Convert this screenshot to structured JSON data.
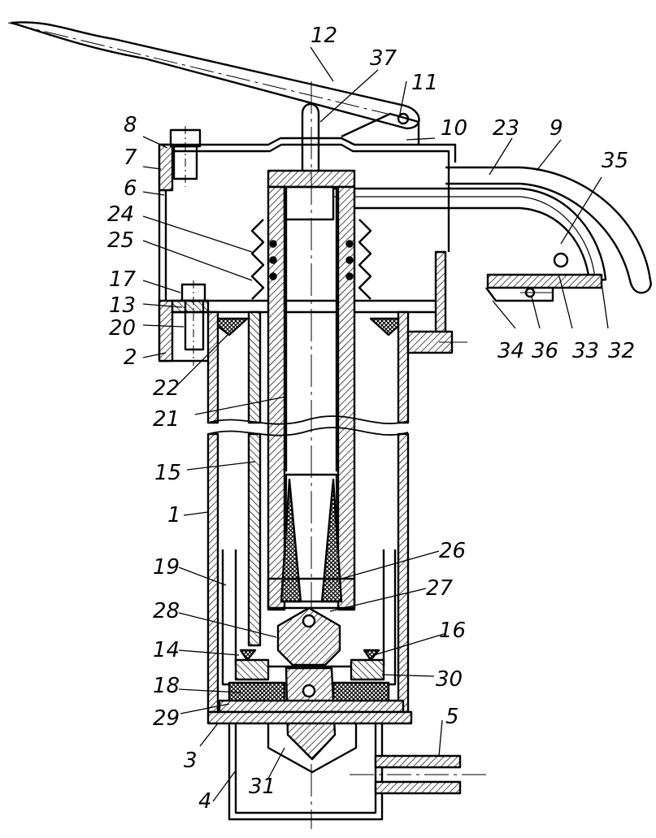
{
  "diagram": {
    "part_numbers": [
      "1",
      "2",
      "3",
      "4",
      "5",
      "6",
      "7",
      "8",
      "9",
      "10",
      "11",
      "12",
      "13",
      "14",
      "15",
      "16",
      "17",
      "18",
      "19",
      "20",
      "21",
      "22",
      "23",
      "24",
      "25",
      "26",
      "27",
      "28",
      "29",
      "30",
      "31",
      "32",
      "33",
      "34",
      "35",
      "36",
      "37"
    ]
  },
  "colors": {
    "ink": "#000000",
    "paper": "#ffffff"
  }
}
